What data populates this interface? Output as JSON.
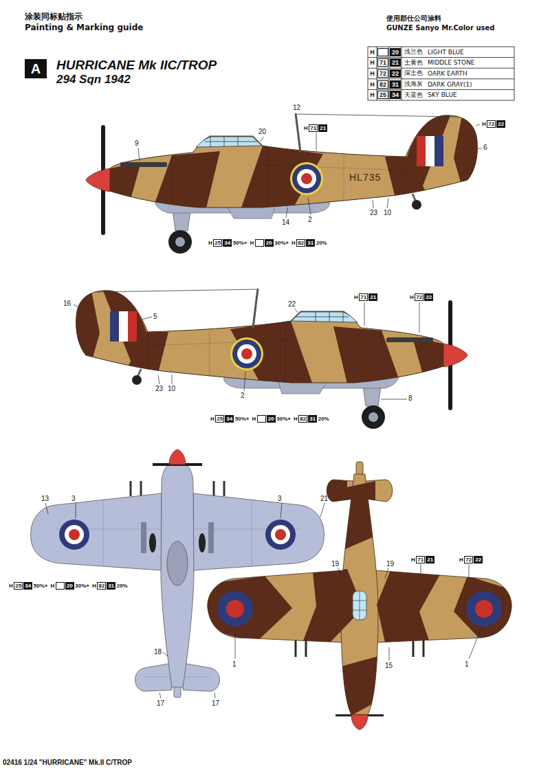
{
  "diagram": {
    "title": "HURRICANE Mk IIC/TROP",
    "nodes": [
      {
        "text": [
          "A"
        ]
      }
    ],
    "labels": [
      "涂装同标贴指示",
      "Painting & Marking guide",
      "294 Sqn 1942",
      "使用郡仕公司涂料",
      "GUNZE Sanyo Mr.Color used",
      "H",
      "20",
      "浅兰色",
      "LIGHT BLUE",
      "H",
      "71",
      "21",
      "土黄色",
      "MIDDLE STONE",
      "H",
      "72",
      "22",
      "深土色",
      "OARK EARTH",
      "H",
      "82",
      "31",
      "浅海灰",
      "DARK GRAY(1)",
      "H",
      "25",
      "34",
      "天蓝色",
      "SKY BLUE",
      "12",
      "20",
      "H",
      "71",
      "21",
      "H",
      "72",
      "22",
      "6",
      "9",
      "HL735",
      "2",
      "14",
      "23",
      "10",
      "H",
      "25",
      "34",
      "50%+",
      "H",
      "20",
      "30%+",
      "H",
      "82",
      "31",
      "20%",
      "16",
      "5",
      "22",
      "H",
      "71",
      "21",
      "H",
      "72",
      "22",
      "23",
      "10",
      "2",
      "8",
      "H",
      "25",
      "34",
      "50%+",
      "H",
      "20",
      "30%+",
      "H",
      "82",
      "31",
      "20%",
      "13",
      "3",
      "3",
      "21",
      "H",
      "25",
      "34",
      "50%+",
      "H",
      "20",
      "30%+",
      "H",
      "82",
      "31",
      "20%",
      "18",
      "17",
      "17",
      "19",
      "19",
      "H",
      "71",
      "21",
      "H",
      "72",
      "22",
      "1",
      "15",
      "1",
      "02416 1/24 \"HURRICANE\" Mk.II C/TROP"
    ]
  }
}
